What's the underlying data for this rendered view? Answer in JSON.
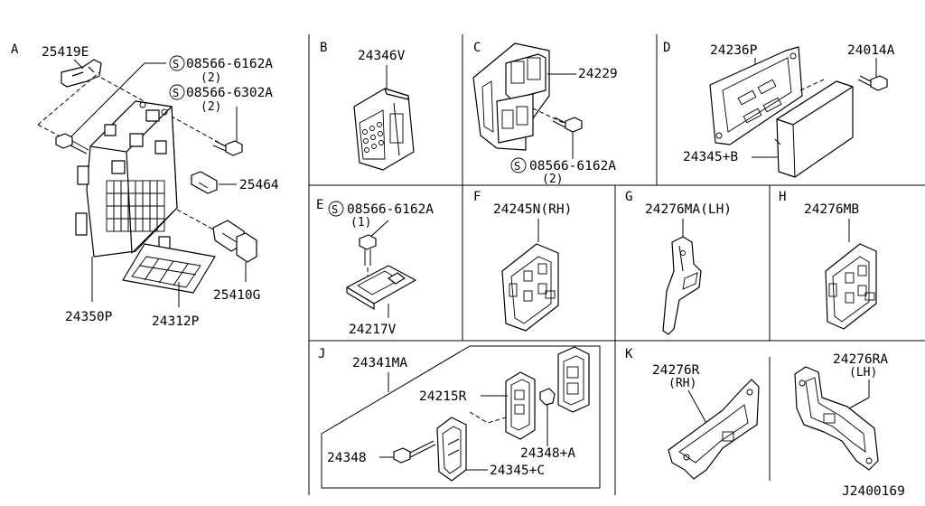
{
  "sections": {
    "A": {
      "letter": "A",
      "parts": [
        "25419E",
        "25464",
        "25410G",
        "24350P",
        "24312P"
      ],
      "screws": [
        {
          "symbol": "S",
          "number": "08566-6162A",
          "qty": "(2)"
        },
        {
          "symbol": "S",
          "number": "08566-6302A",
          "qty": "(2)"
        }
      ]
    },
    "B": {
      "letter": "B",
      "parts": [
        "24346V"
      ]
    },
    "C": {
      "letter": "C",
      "parts": [
        "24229"
      ],
      "screw": {
        "symbol": "S",
        "number": "08566-6162A",
        "qty": "(2)"
      }
    },
    "D": {
      "letter": "D",
      "parts": [
        "24236P",
        "24014A",
        "24345+B"
      ]
    },
    "E": {
      "letter": "E",
      "parts": [
        "24217V"
      ],
      "screw": {
        "symbol": "S",
        "number": "08566-6162A",
        "qty": "(1)"
      }
    },
    "F": {
      "letter": "F",
      "parts": [
        "24245N(RH)"
      ]
    },
    "G": {
      "letter": "G",
      "parts": [
        "24276MA(LH)"
      ]
    },
    "H": {
      "letter": "H",
      "parts": [
        "24276MB"
      ]
    },
    "J": {
      "letter": "J",
      "parts": [
        "24341MA",
        "24215R",
        "24348",
        "24348+A",
        "24345+C"
      ]
    },
    "K": {
      "letter": "K",
      "parts": [
        "24276R",
        "24276RA"
      ],
      "sides": [
        "(RH)",
        "(LH)"
      ]
    }
  },
  "diagram_id": "J2400169"
}
